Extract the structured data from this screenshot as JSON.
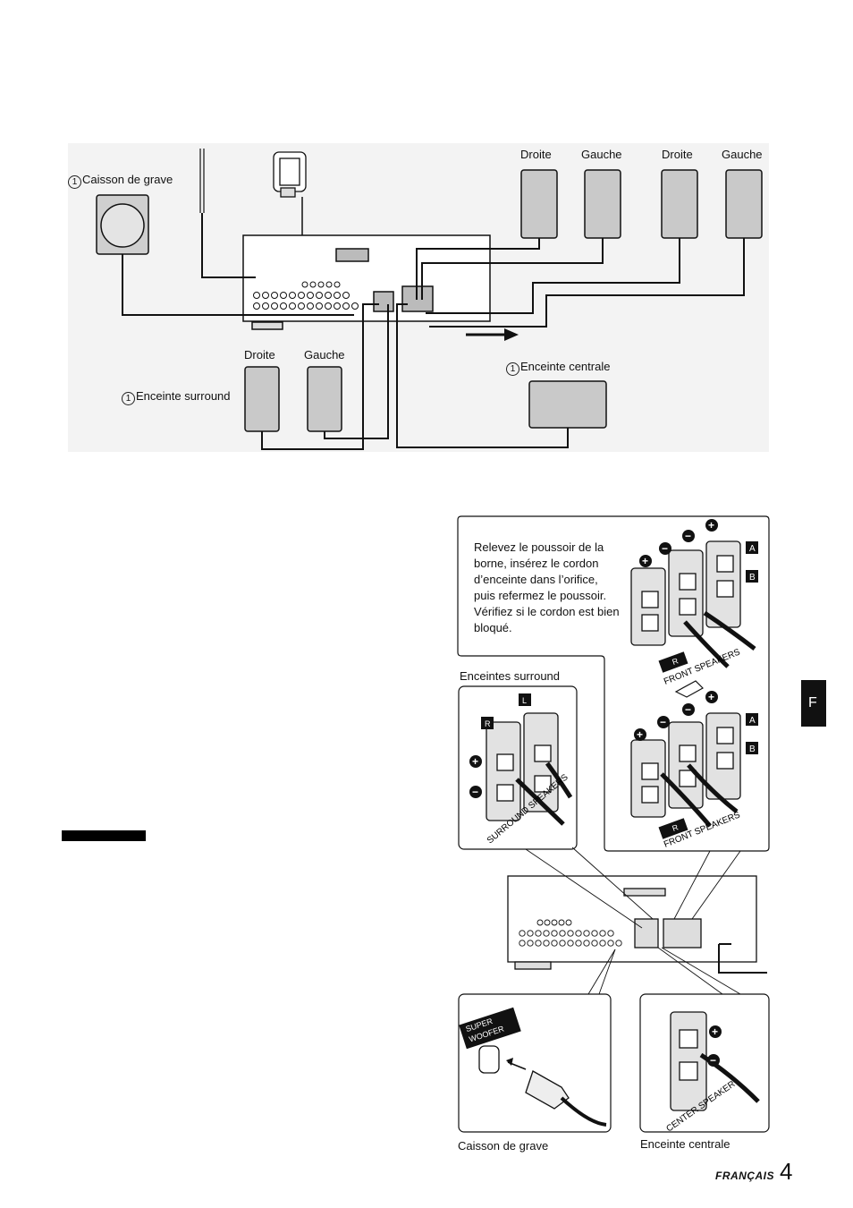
{
  "top_diagram": {
    "subwoofer_label": "Caisson de grave",
    "subwoofer_marker": "1",
    "front_speakers": [
      "Droite",
      "Gauche",
      "Droite",
      "Gauche"
    ],
    "surround_label": "Enceinte surround",
    "surround_marker": "1",
    "surround_speakers": [
      "Droite",
      "Gauche"
    ],
    "center_label": "Enceinte centrale",
    "center_marker": "1"
  },
  "detail": {
    "instruction": "Relevez le poussoir de la borne, insérez le cordon d’enceinte dans l’orifice, puis refermez le poussoir. Vérifiez si le cordon est bien bloqué.",
    "surround_title": "Enceintes surround",
    "terminal_R": "R",
    "terminal_L": "L",
    "terminal_A": "A",
    "terminal_B": "B",
    "front_speakers_print": "FRONT SPEAKERS",
    "surround_speakers_print": "SURROUND SPEAKERS",
    "super_woofer_print": "SUPER WOOFER",
    "center_speaker_print": "CENTER SPEAKER",
    "subwoofer_caption": "Caisson de grave",
    "center_caption": "Enceinte centrale"
  },
  "side_tab": "F",
  "footer": {
    "language": "FRANÇAIS",
    "page": "4"
  }
}
